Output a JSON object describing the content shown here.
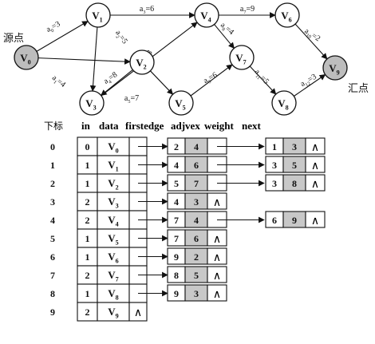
{
  "graph": {
    "source_label": "源点",
    "sink_label": "汇点",
    "vertices": [
      "V0",
      "V1",
      "V2",
      "V3",
      "V4",
      "V5",
      "V6",
      "V7",
      "V8",
      "V9"
    ],
    "edges": [
      {
        "from": 0,
        "to": 1,
        "label": "a0=3"
      },
      {
        "from": 0,
        "to": 2,
        "label": "a1=4"
      },
      {
        "from": 1,
        "to": 3,
        "label": "a2=5"
      },
      {
        "from": 1,
        "to": 4,
        "label": "a3=6"
      },
      {
        "from": 2,
        "to": 3,
        "label": "a4=8"
      },
      {
        "from": 2,
        "to": 5,
        "label": "a5=7"
      },
      {
        "from": 3,
        "to": 4,
        "label": "a6=3"
      },
      {
        "from": 4,
        "to": 6,
        "label": "a7=9"
      },
      {
        "from": 4,
        "to": 7,
        "label": "a8=4"
      },
      {
        "from": 5,
        "to": 7,
        "label": "a9=6"
      },
      {
        "from": 6,
        "to": 9,
        "label": "a10=2"
      },
      {
        "from": 7,
        "to": 8,
        "label": "a11=5"
      },
      {
        "from": 8,
        "to": 9,
        "label": "a12=3"
      }
    ]
  },
  "table": {
    "headers": {
      "index": "下标",
      "in": "in",
      "data": "data",
      "firstedge": "firstedge",
      "adjvex": "adjvex",
      "weight": "weight",
      "next": "next"
    },
    "null_symbol": "∧",
    "rows": [
      {
        "index": "0",
        "in": "0",
        "data": "V0",
        "edges": [
          {
            "adjvex": "2",
            "weight": "4"
          },
          {
            "adjvex": "1",
            "weight": "3"
          }
        ]
      },
      {
        "index": "1",
        "in": "1",
        "data": "V1",
        "edges": [
          {
            "adjvex": "4",
            "weight": "6"
          },
          {
            "adjvex": "3",
            "weight": "5"
          }
        ]
      },
      {
        "index": "2",
        "in": "1",
        "data": "V2",
        "edges": [
          {
            "adjvex": "5",
            "weight": "7"
          },
          {
            "adjvex": "3",
            "weight": "8"
          }
        ]
      },
      {
        "index": "3",
        "in": "2",
        "data": "V3",
        "edges": [
          {
            "adjvex": "4",
            "weight": "3"
          }
        ]
      },
      {
        "index": "4",
        "in": "2",
        "data": "V4",
        "edges": [
          {
            "adjvex": "7",
            "weight": "4"
          },
          {
            "adjvex": "6",
            "weight": "9"
          }
        ]
      },
      {
        "index": "5",
        "in": "1",
        "data": "V5",
        "edges": [
          {
            "adjvex": "7",
            "weight": "6"
          }
        ]
      },
      {
        "index": "6",
        "in": "1",
        "data": "V6",
        "edges": [
          {
            "adjvex": "9",
            "weight": "2"
          }
        ]
      },
      {
        "index": "7",
        "in": "2",
        "data": "V7",
        "edges": [
          {
            "adjvex": "8",
            "weight": "5"
          }
        ]
      },
      {
        "index": "8",
        "in": "1",
        "data": "V8",
        "edges": [
          {
            "adjvex": "9",
            "weight": "3"
          }
        ]
      },
      {
        "index": "9",
        "in": "2",
        "data": "V9",
        "edges": []
      }
    ]
  }
}
